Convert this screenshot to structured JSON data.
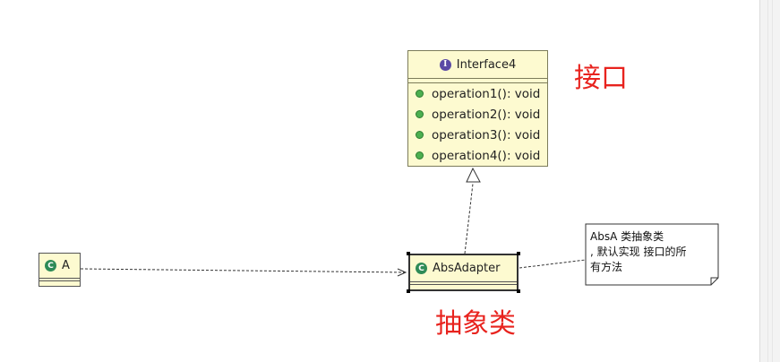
{
  "diagram": {
    "interface": {
      "name": "Interface4",
      "glyph": "I",
      "operations": [
        "operation1(): void",
        "operation2(): void",
        "operation3(): void",
        "operation4(): void"
      ]
    },
    "class_a": {
      "name": "A",
      "glyph": "C"
    },
    "class_adapter": {
      "name": "AbsAdapter",
      "glyph": "C"
    },
    "note": {
      "lines": [
        "AbsA 类抽象类",
        ", 默认实现 接口的所",
        "有方法"
      ]
    },
    "labels": {
      "interface_label": "接口",
      "abstract_label": "抽象类"
    },
    "colors": {
      "box_fill": "#fdfad0",
      "label_red": "#e8231e",
      "operation_dot": "#4caf50",
      "interface_glyph": "#5b4aa5",
      "class_glyph": "#2e8b57"
    }
  }
}
